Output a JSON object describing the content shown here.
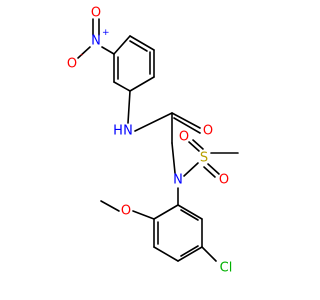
{
  "molecule": {
    "colors": {
      "bond": "#000000",
      "nitrogen": "#0000ff",
      "oxygen": "#ff0000",
      "sulfur": "#b8a000",
      "chlorine": "#00b000",
      "carbon": "#000000"
    },
    "labels": {
      "nitro_o_minus": "O",
      "nitro_o_minus_charge": "-",
      "nitro_n": "N",
      "nitro_n_charge": "+",
      "nitro_o_double": "O",
      "amide_nh": "N",
      "amide_h": "H",
      "carbonyl_o": "O",
      "sulfonamide_n": "N",
      "sulfur": "S",
      "sulfonyl_o1": "O",
      "sulfonyl_o2": "O",
      "methoxy_o": "O",
      "chlorine": "Cl"
    }
  }
}
